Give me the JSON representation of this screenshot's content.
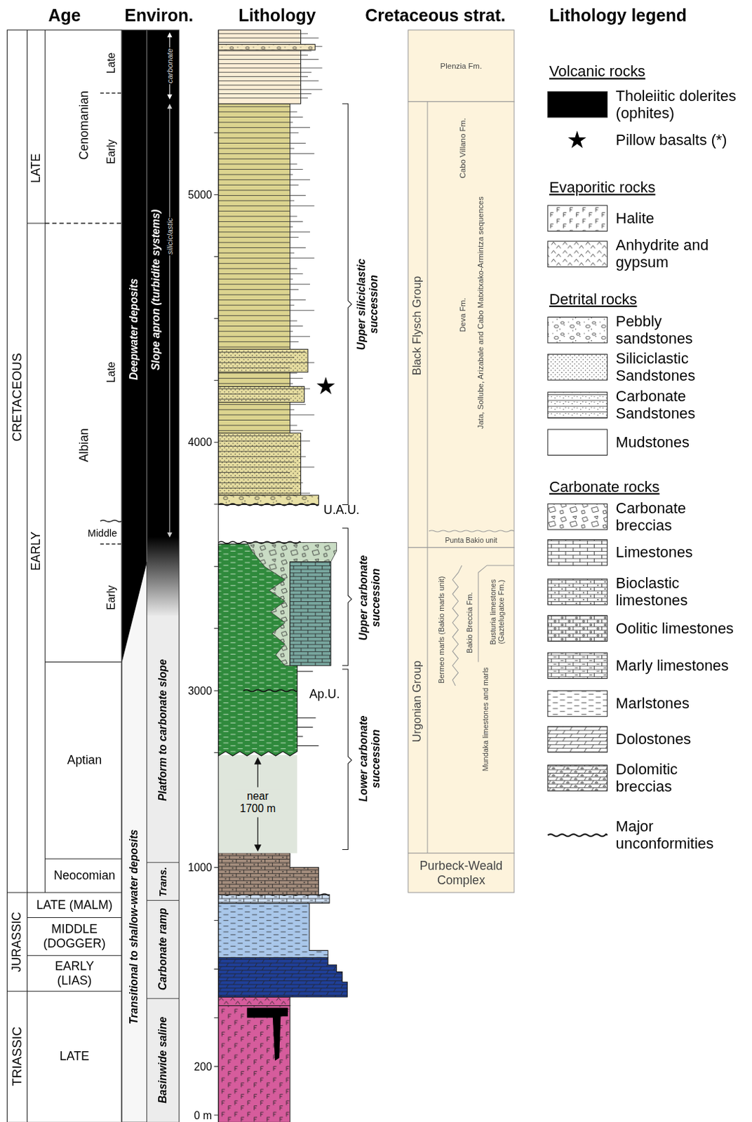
{
  "diagram": {
    "nodes": [
      {
        "text": [
          "CRETACEOUS"
        ]
      },
      {
        "text": [
          "LATE"
        ]
      },
      {
        "text": [
          "EARLY"
        ]
      },
      {
        "text": [
          "Cenomanian",
          "Late",
          "Early"
        ]
      },
      {
        "text": [
          "Albian",
          "Late",
          "Middle",
          "Early"
        ]
      },
      {
        "text": [
          "Aptian"
        ]
      },
      {
        "text": [
          "Neocomian"
        ]
      },
      {
        "text": [
          "JURASSIC"
        ]
      },
      {
        "text": [
          "LATE (MALM)"
        ]
      },
      {
        "text": [
          "MIDDLE (DOGGER)"
        ]
      },
      {
        "text": [
          "EARLY (LIAS)"
        ]
      },
      {
        "text": [
          "TRIASSIC"
        ]
      },
      {
        "text": [
          "LATE"
        ]
      },
      {
        "text": [
          "Deepwater deposits"
        ]
      },
      {
        "text": [
          "Transitional to shallow-water deposits"
        ]
      },
      {
        "text": [
          "Slope apron (turbidite systems)",
          "carbonate",
          "siliciclastic"
        ]
      },
      {
        "text": [
          "Platform to carbonate slope"
        ]
      },
      {
        "text": [
          "Trans."
        ]
      },
      {
        "text": [
          "Carbonate ramp"
        ]
      },
      {
        "text": [
          "Basinwide saline"
        ]
      },
      {
        "text": [
          "Plenzia Fm."
        ]
      },
      {
        "text": [
          "Black Flysch Group",
          "Cabo Villano Fm.",
          "Deva Fm.",
          "Jata, Sollube, Arizabale and Cabo Matxitxako-Armintza sequences",
          "Punta Bakio unit"
        ]
      },
      {
        "text": [
          "Urgonian Group",
          "Bermeo marls (Bakio marls unit)",
          "Bakio Breccia Fm.",
          "Busturia limestones (Gaztelugatxe Fm.)",
          "Mundaka limestones and marls"
        ]
      },
      {
        "text": [
          "Purbeck-Weald Complex"
        ]
      }
    ],
    "labels": [
      "Age",
      "Environ.",
      "Lithology",
      "Cretaceous strat.",
      "Lithology legend",
      "5000",
      "4000",
      "3000",
      "1000",
      "200",
      "0 m",
      "U.A.U.",
      "Ap.U.",
      "near 1700 m",
      "Upper siliciclastic succession",
      "Upper carbonate succession",
      "Lower carbonate succession",
      "Volcanic rocks",
      "Evaporitic rocks",
      "Detrital rocks",
      "Carbonate rocks"
    ],
    "legend": [
      {
        "text": "Tholeiitic dolerites (ophites)",
        "color": "#000000"
      },
      {
        "text": "Pillow basalts (*)"
      },
      {
        "text": "Halite"
      },
      {
        "text": "Anhydrite and gypsum"
      },
      {
        "text": "Pebbly sandstones"
      },
      {
        "text": "Siliciclastic Sandstones"
      },
      {
        "text": "Carbonate Sandstones"
      },
      {
        "text": "Mudstones",
        "color": "#ffffff"
      },
      {
        "text": "Carbonate breccias"
      },
      {
        "text": "Limestones"
      },
      {
        "text": "Bioclastic limestones"
      },
      {
        "text": "Oolitic limestones"
      },
      {
        "text": "Marly limestones"
      },
      {
        "text": "Marlstones"
      },
      {
        "text": "Dolostones"
      },
      {
        "text": "Dolomitic breccias"
      },
      {
        "text": "Major unconformities"
      }
    ]
  }
}
